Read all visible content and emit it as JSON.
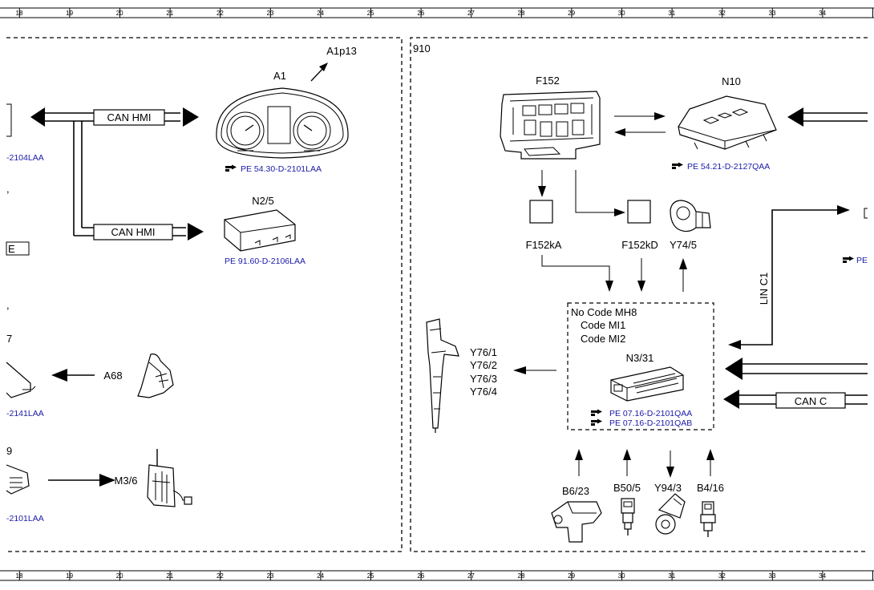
{
  "ruler": {
    "top_numbers": [
      "18",
      "19",
      "20",
      "21",
      "22",
      "23",
      "24",
      "25",
      "26",
      "27",
      "28",
      "29",
      "30",
      "31",
      "32",
      "33",
      "34"
    ],
    "bottom_numbers": [
      "18",
      "19",
      "20",
      "21",
      "22",
      "23",
      "24",
      "25",
      "26",
      "27",
      "28",
      "29",
      "30",
      "31",
      "32",
      "33",
      "34"
    ]
  },
  "left_panel": {
    "a1": "A1",
    "a1p13": "A1p13",
    "can_hmi_1": "CAN HMI",
    "can_hmi_2": "CAN HMI",
    "n2_5": "N2/5",
    "ref_a1": "PE 54.30-D-2101LAA",
    "ref_n2_5": "PE 91.60-D-2106LAA",
    "ref_edge_1": "-2104LAA",
    "ref_edge_2": "-2141LAA",
    "ref_edge_3": "-2101LAA",
    "edge_box_e": "E",
    "edge_7": "7",
    "edge_9": "9",
    "a68": "A68",
    "m3_6": "M3/6"
  },
  "right_panel": {
    "group": "910",
    "f152": "F152",
    "n10": "N10",
    "ref_n10": "PE 54.21-D-2127QAA",
    "f152ka": "F152kA",
    "f152kd": "F152kD",
    "y74_5": "Y74/5",
    "lin_c1": "LIN C1",
    "ref_edge_right": "PE",
    "code_1": "No Code MH8",
    "code_2": "Code MI1",
    "code_3": "Code MI2",
    "n3_31": "N3/31",
    "ref_n3_31_a": "PE 07.16-D-2101QAA",
    "ref_n3_31_b": "PE 07.16-D-2101QAB",
    "y76": [
      "Y76/1",
      "Y76/2",
      "Y76/3",
      "Y76/4"
    ],
    "can_c": "CAN C",
    "b6_23": "B6/23",
    "b50_5": "B50/5",
    "y94_3": "Y94/3",
    "b4_16": "B4/16"
  }
}
